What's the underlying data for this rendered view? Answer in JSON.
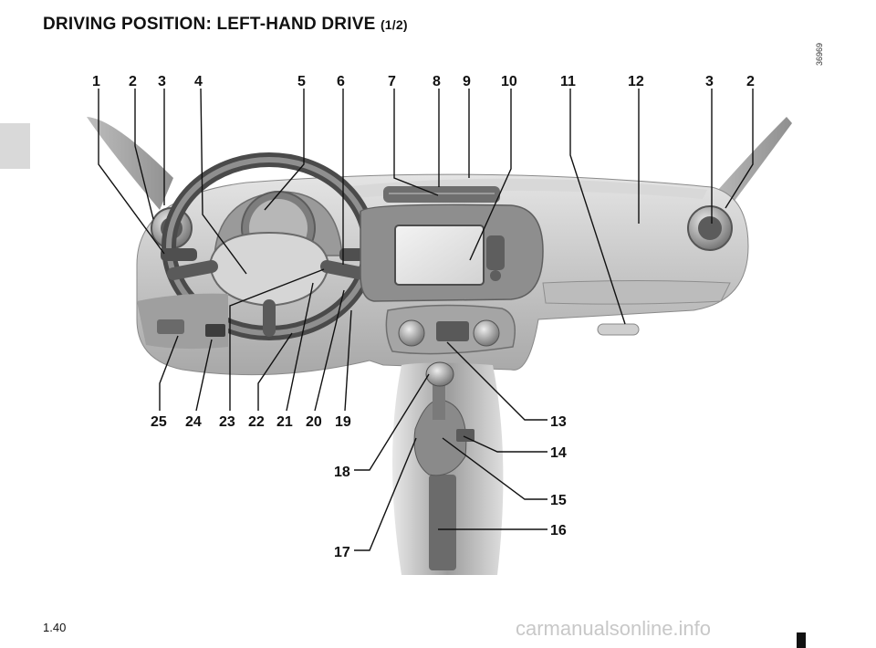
{
  "page": {
    "title_main": "DRIVING POSITION: LEFT-HAND DRIVE",
    "title_part": "(1/2)",
    "reference": "36969",
    "page_number": "1.40",
    "watermark": "carmanualsonline.info"
  },
  "callouts": {
    "c1": "1",
    "c2a": "2",
    "c3a": "3",
    "c4": "4",
    "c5": "5",
    "c6": "6",
    "c7": "7",
    "c8": "8",
    "c9": "9",
    "c10": "10",
    "c11": "11",
    "c12": "12",
    "c3b": "3",
    "c2b": "2",
    "c13": "13",
    "c14": "14",
    "c15": "15",
    "c16": "16",
    "c17": "17",
    "c18": "18",
    "c19": "19",
    "c20": "20",
    "c21": "21",
    "c22": "22",
    "c23": "23",
    "c24": "24",
    "c25": "25"
  }
}
